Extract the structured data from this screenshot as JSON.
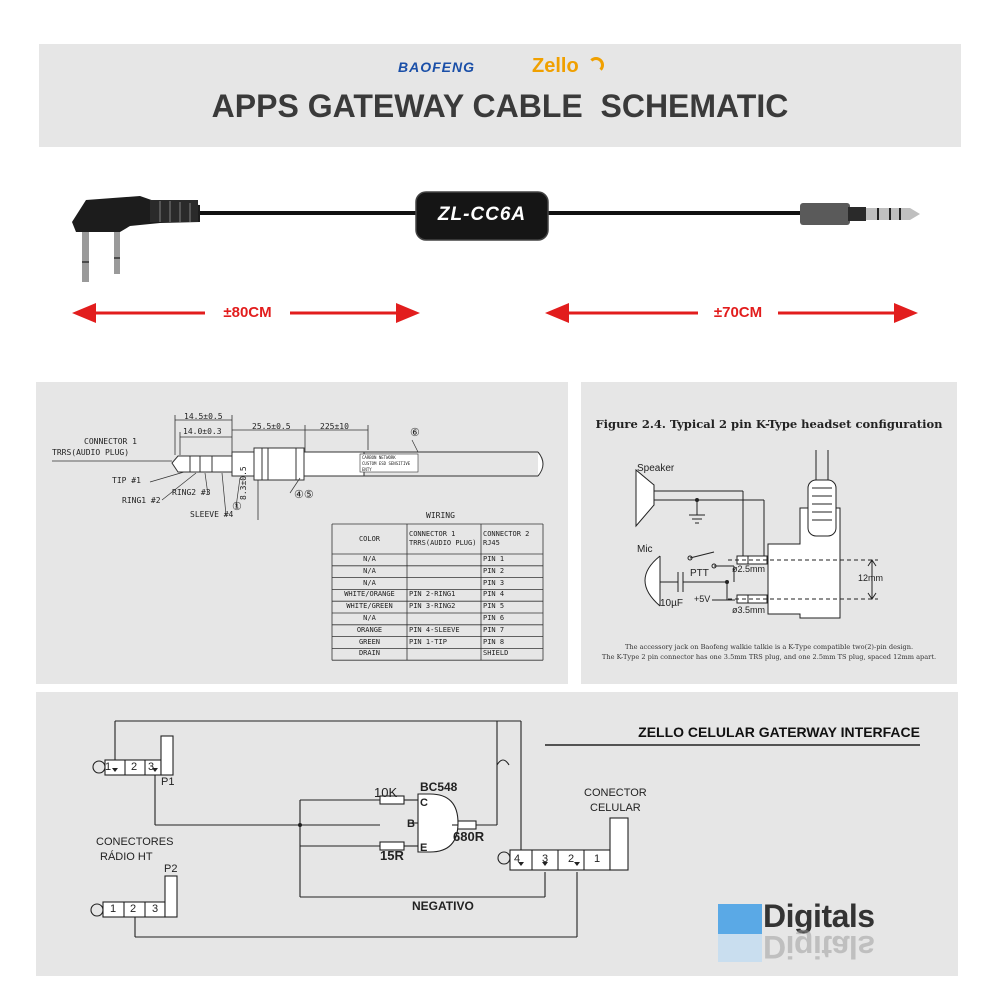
{
  "header": {
    "brand_baofeng": "BAOFENG",
    "brand_zello": "Zello",
    "title": "APPS GATEWAY CABLE  SCHEMATIC"
  },
  "cable": {
    "model_label": "ZL-CC6A",
    "left_length": "±80CM",
    "right_length": "±70CM"
  },
  "drawing": {
    "connector_title": "CONNECTOR 1",
    "connector_subtitle": "TRRS(AUDIO PLUG)",
    "pin_labels": [
      "TIP #1",
      "RING1 #2",
      "RING2 #3",
      "SLEEVE #4"
    ],
    "dim_1": "14.5±0.5",
    "dim_2": "14.0±0.3",
    "dim_3": "25.5±0.5",
    "dim_4": "225±10",
    "dim_5": "8.3±0.5",
    "callout_6": "⑥",
    "callout_1": "①",
    "callout_45": "④⑤",
    "cable_print": [
      "CARBON NETWORK",
      "CUSTOM ESD SENSITIVE",
      "ENTY"
    ],
    "wiring_title": "WIRING",
    "wiring_headers": [
      "COLOR",
      "CONNECTOR 1\nTRRS(AUDIO PLUG)",
      "CONNECTOR 2\nRJ45"
    ],
    "wiring_rows": [
      [
        "N/A",
        "",
        "PIN 1"
      ],
      [
        "N/A",
        "",
        "PIN 2"
      ],
      [
        "N/A",
        "",
        "PIN 3"
      ],
      [
        "WHITE/ORANGE",
        "PIN 2-RING1",
        "PIN 4"
      ],
      [
        "WHITE/GREEN",
        "PIN 3-RING2",
        "PIN 5"
      ],
      [
        "N/A",
        "",
        "PIN 6"
      ],
      [
        "ORANGE",
        "PIN 4-SLEEVE",
        "PIN 7"
      ],
      [
        "GREEN",
        "PIN 1-TIP",
        "PIN 8"
      ],
      [
        "DRAIN",
        "",
        "SHIELD"
      ]
    ]
  },
  "ktype": {
    "figure_title": "Figure 2.4. Typical 2 pin K-Type headset configuration",
    "speaker": "Speaker",
    "mic": "Mic",
    "ptt": "PTT",
    "cap": "10µF",
    "vplus": "+5V",
    "d25": "ø2.5mm",
    "d35": "ø3.5mm",
    "spacing": "12mm",
    "caption_1": "The accessory jack on Baofeng walkie talkie is a K-Type compatible two(2)-pin design.",
    "caption_2": "The K-Type 2 pin connector has one 3.5mm TRS plug, and one 2.5mm TS plug, spaced 12mm apart."
  },
  "zello": {
    "heading": "ZELLO CELULAR GATERWAY INTERFACE",
    "p1_pins": [
      "1",
      "2",
      "3"
    ],
    "p1_label": "P1",
    "p2_pins": [
      "1",
      "2",
      "3"
    ],
    "p2_label": "P2",
    "radio_label_1": "CONECTORES",
    "radio_label_2": "RÁDIO HT",
    "r_10k": "10K",
    "transistor": "BC548",
    "pin_c": "C",
    "pin_b": "B",
    "pin_e": "E",
    "r_680": "680R",
    "r_15": "15R",
    "negativo": "NEGATIVO",
    "cel_label_1": "CONECTOR",
    "cel_label_2": "CELULAR",
    "cel_pins": [
      "4",
      "3",
      "2",
      "1"
    ],
    "logo_text": "Digitals"
  }
}
